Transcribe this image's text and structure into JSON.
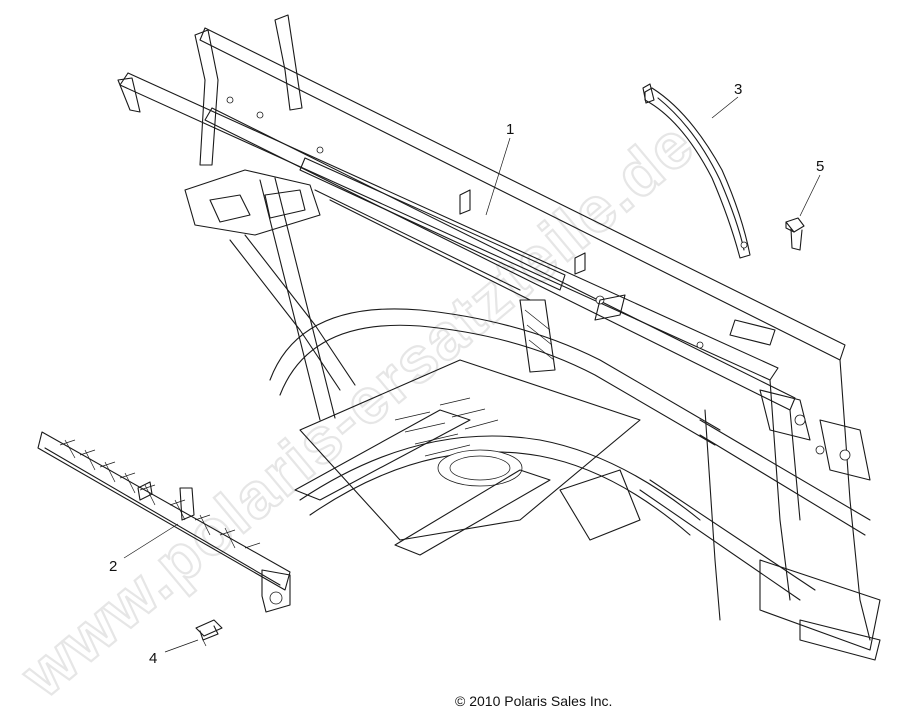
{
  "watermark": "www.polaris-ersatzteile.de",
  "callouts": [
    {
      "id": "1",
      "label": "1"
    },
    {
      "id": "2",
      "label": "2"
    },
    {
      "id": "3",
      "label": "3"
    },
    {
      "id": "4",
      "label": "4"
    },
    {
      "id": "5",
      "label": "5"
    }
  ],
  "copyright": "© 2010 Polaris Sales Inc."
}
